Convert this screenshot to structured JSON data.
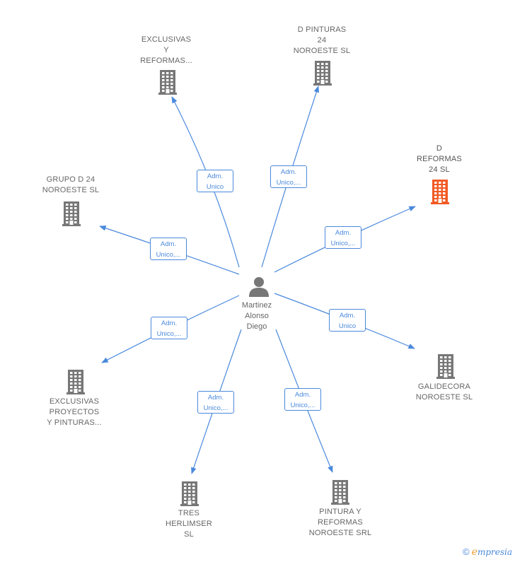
{
  "center": {
    "name_lines": [
      "Martinez",
      "Alonso",
      "Diego"
    ]
  },
  "companies": [
    {
      "id": "exclusivas-reformas",
      "lines": [
        "EXCLUSIVAS",
        "Y",
        "REFORMAS..."
      ],
      "highlight": false,
      "role": [
        "Adm.",
        "Unico"
      ]
    },
    {
      "id": "d-pinturas",
      "lines": [
        "D PINTURAS",
        "24",
        "NOROESTE  SL"
      ],
      "highlight": false,
      "role": [
        "Adm.",
        "Unico,..."
      ]
    },
    {
      "id": "d-reformas",
      "lines": [
        "D",
        "REFORMAS",
        "24  SL"
      ],
      "highlight": true,
      "role": [
        "Adm.",
        "Unico,..."
      ]
    },
    {
      "id": "grupo-d24",
      "lines": [
        "GRUPO D 24",
        "NOROESTE  SL"
      ],
      "highlight": false,
      "role": [
        "Adm.",
        "Unico,..."
      ]
    },
    {
      "id": "exclusivas-proyectos",
      "lines": [
        "EXCLUSIVAS",
        "PROYECTOS",
        "Y PINTURAS..."
      ],
      "highlight": false,
      "role": [
        "Adm.",
        "Unico,..."
      ]
    },
    {
      "id": "galidecora",
      "lines": [
        "GALIDECORA",
        "NOROESTE  SL"
      ],
      "highlight": false,
      "role": [
        "Adm.",
        "Unico"
      ]
    },
    {
      "id": "tres-herlimser",
      "lines": [
        "TRES",
        "HERLIMSER",
        "SL"
      ],
      "highlight": false,
      "role": [
        "Adm.",
        "Unico,..."
      ]
    },
    {
      "id": "pintura-reformas",
      "lines": [
        "PINTURA Y",
        "REFORMAS",
        "NOROESTE SRL"
      ],
      "highlight": false,
      "role": [
        "Adm.",
        "Unico,..."
      ]
    }
  ],
  "colors": {
    "edge": "#4a89dc",
    "building": "#777777",
    "building_highlight": "#f15a24",
    "person": "#777777"
  },
  "footer": {
    "copy": "©",
    "brand_initial": "e",
    "brand_rest": "mpresia"
  }
}
